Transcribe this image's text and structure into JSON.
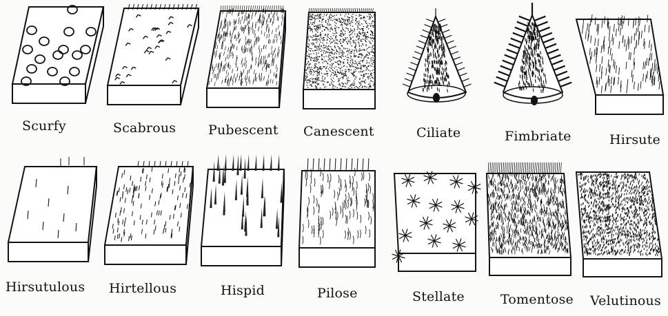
{
  "labels": {
    "scurfy": "Scurfy",
    "scabrous": "Scabrous",
    "pubescent": "Pubescent",
    "canescent": "Canescent",
    "ciliate": "Ciliate",
    "fimbriate": "Fimbriate",
    "hirsute": "Hirsute",
    "hirsutulous": "Hirsutulous",
    "hirtellous": "Hirtellous",
    "hispid": "Hispid",
    "pilose": "Pilose",
    "stellate": "Stellate",
    "tomentose": "Tomentose",
    "velutinous": "Velutinous"
  }
}
